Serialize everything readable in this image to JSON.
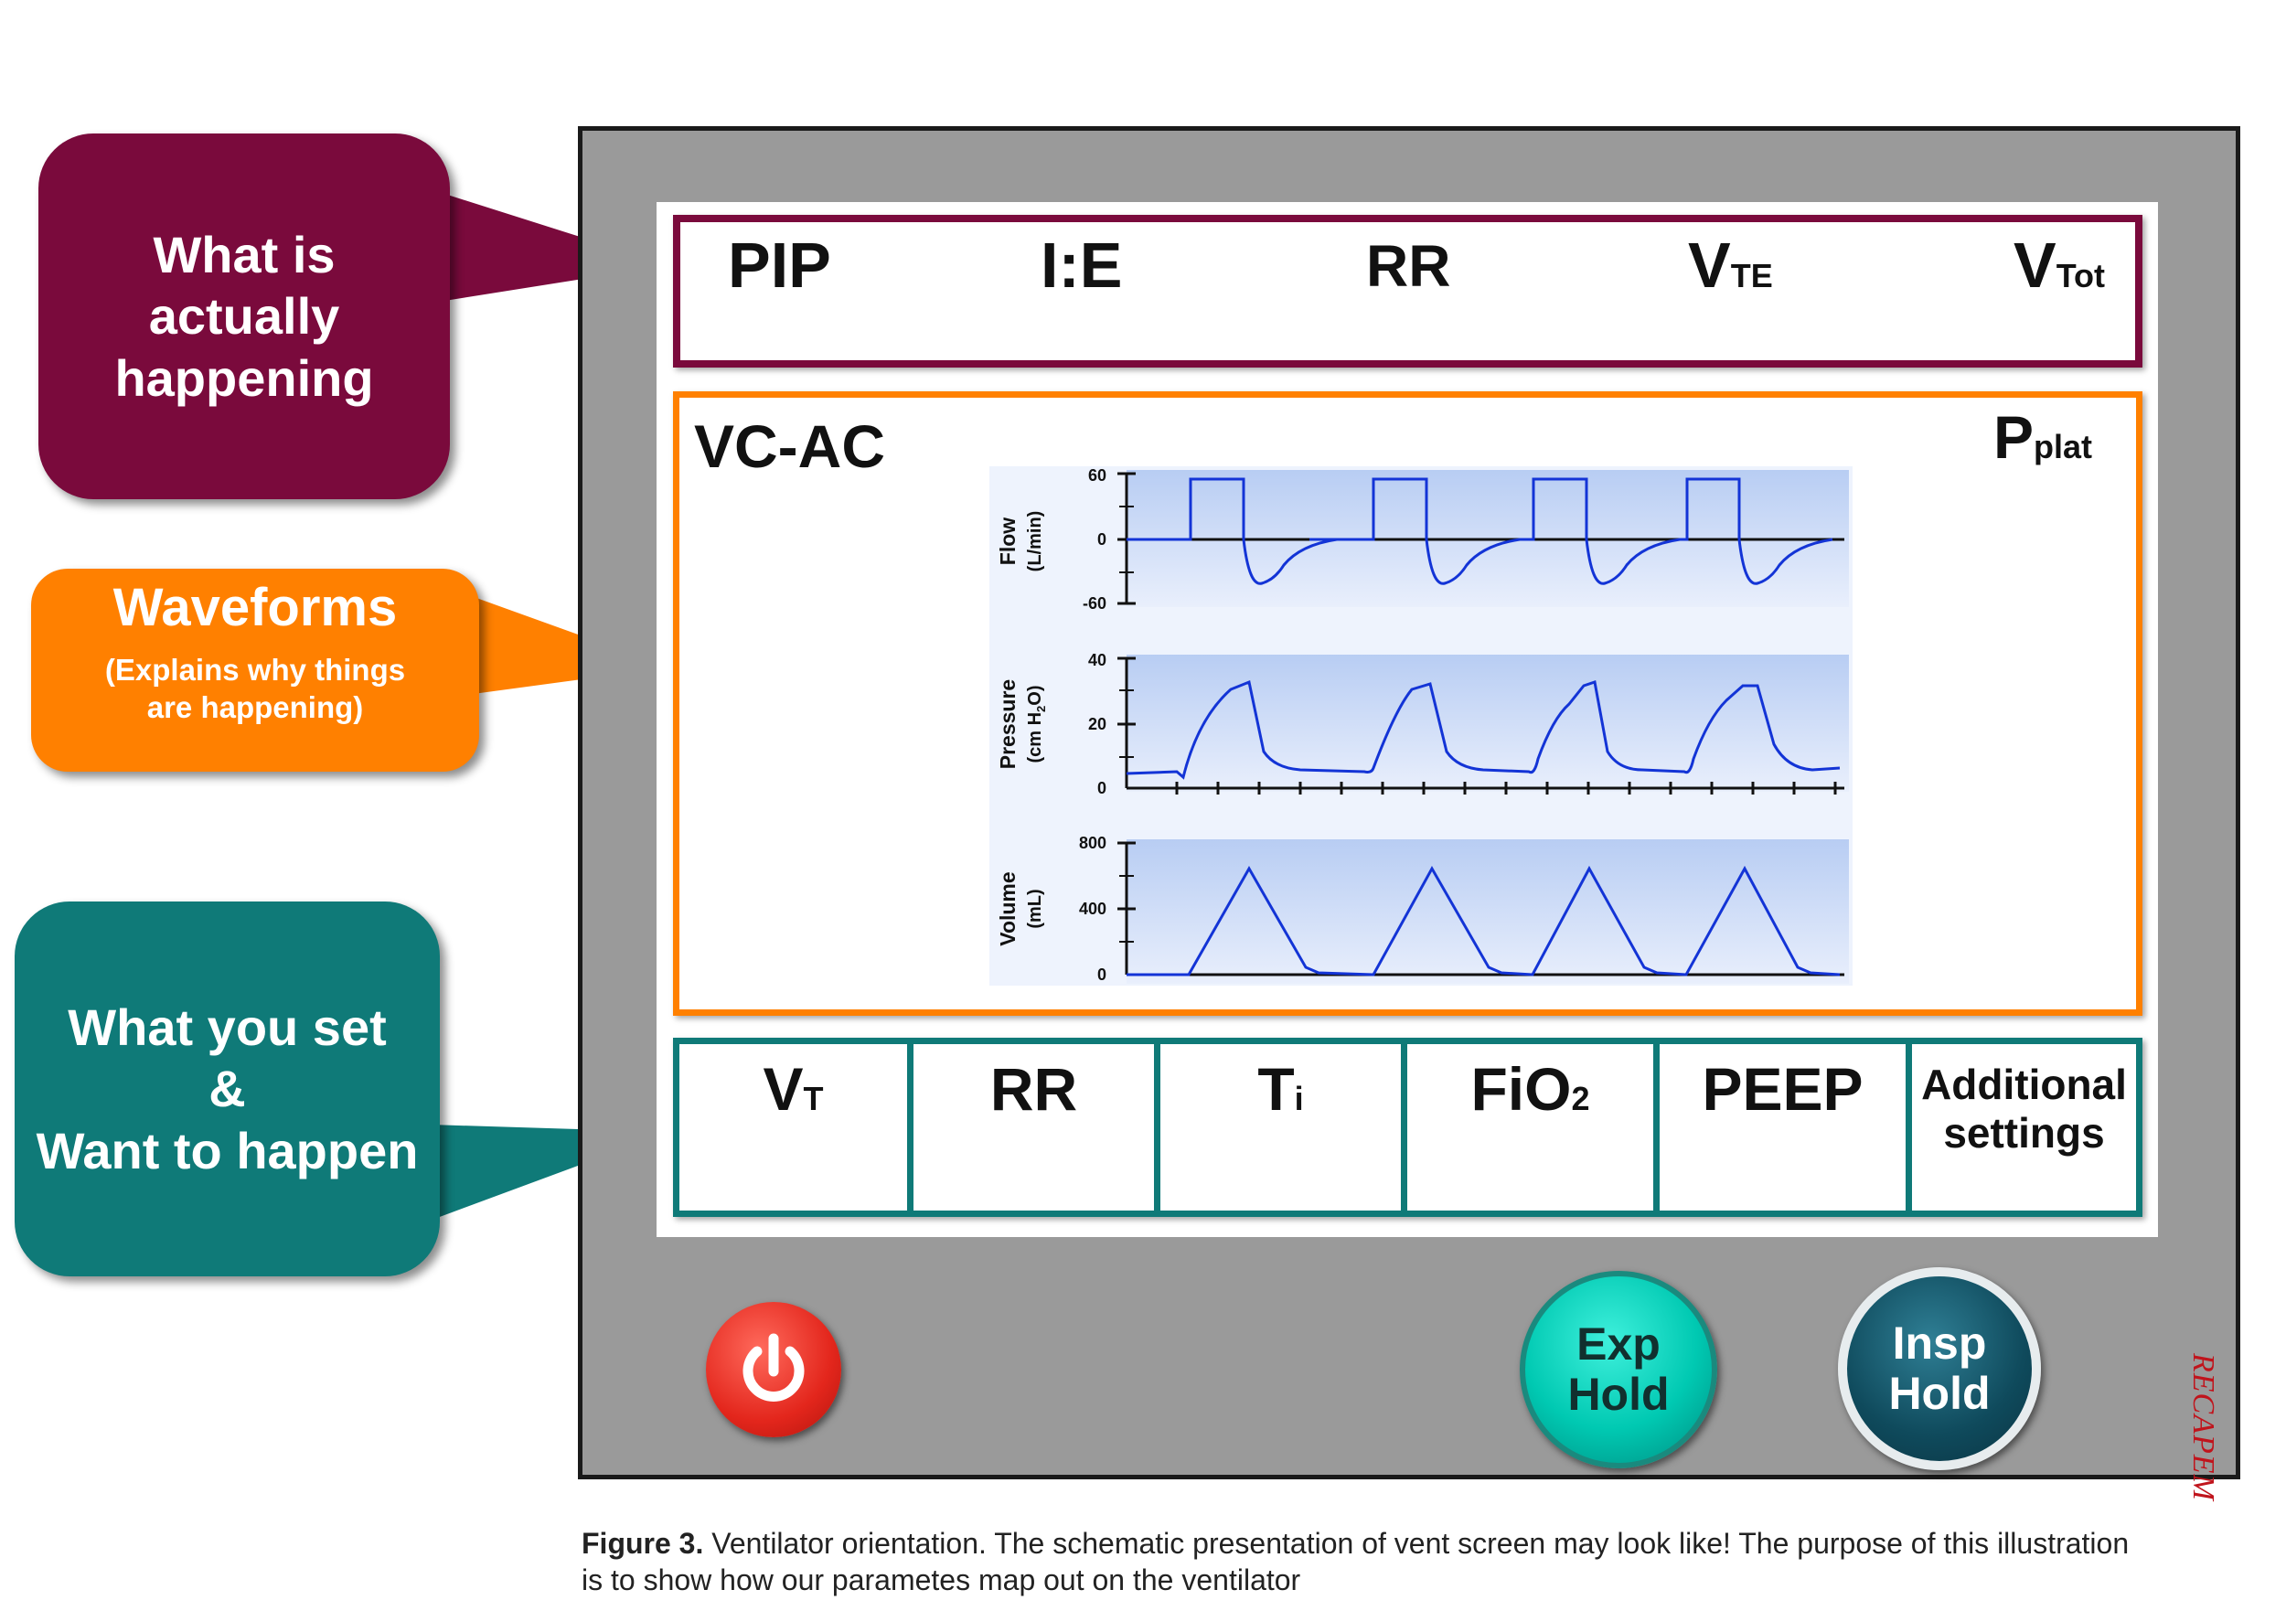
{
  "callouts": {
    "actual": [
      "What is",
      "actually",
      "happening"
    ],
    "waveforms": {
      "title": "Waveforms",
      "sub": [
        "(Explains why things",
        "are happening)"
      ]
    },
    "set": [
      "What you set",
      "&",
      "Want to happen"
    ]
  },
  "monitor": {
    "pip": "PIP",
    "ie": "I:E",
    "rr": "RR",
    "vte": {
      "main": "V",
      "sub": "TE"
    },
    "vtot": {
      "main": "V",
      "sub": "Tot"
    }
  },
  "waveform": {
    "mode": "VC-AC",
    "pplat": {
      "main": "P",
      "sub": "plat"
    },
    "plots": [
      {
        "label": "Flow",
        "unit": "(L/min)",
        "ticks": [
          "60",
          "0",
          "-60"
        ]
      },
      {
        "label": "Pressure",
        "unit_pre": "(cm H",
        "unit_sub": "2",
        "unit_post": "O)",
        "ticks": [
          "40",
          "20",
          "0"
        ]
      },
      {
        "label": "Volume",
        "unit": "(mL)",
        "ticks": [
          "800",
          "400",
          "0"
        ]
      }
    ]
  },
  "settings": {
    "vt": {
      "main": "V",
      "sub": "T"
    },
    "rr": "RR",
    "ti": {
      "main": "T",
      "sub": "i"
    },
    "fio2": {
      "main": "FiO",
      "sub": "2"
    },
    "peep": "PEEP",
    "additional": [
      "Additional",
      "settings"
    ]
  },
  "buttons": {
    "exp": [
      "Exp",
      "Hold"
    ],
    "insp": [
      "Insp",
      "Hold"
    ]
  },
  "watermark": "RECAPEM",
  "caption": {
    "bold": "Figure 3.",
    "text": " Ventilator orientation. The schematic presentation of vent screen may look like! The purpose of this illustration is to show how our parametes map out on the ventilator"
  },
  "colors": {
    "actual": "#7a0a3c",
    "waveforms": "#ff8000",
    "set": "#0f7a78",
    "power": "#e3261c",
    "exp": "#00c9b2",
    "insp": "#0f4a5c"
  },
  "icons": {
    "power": "power-icon"
  }
}
